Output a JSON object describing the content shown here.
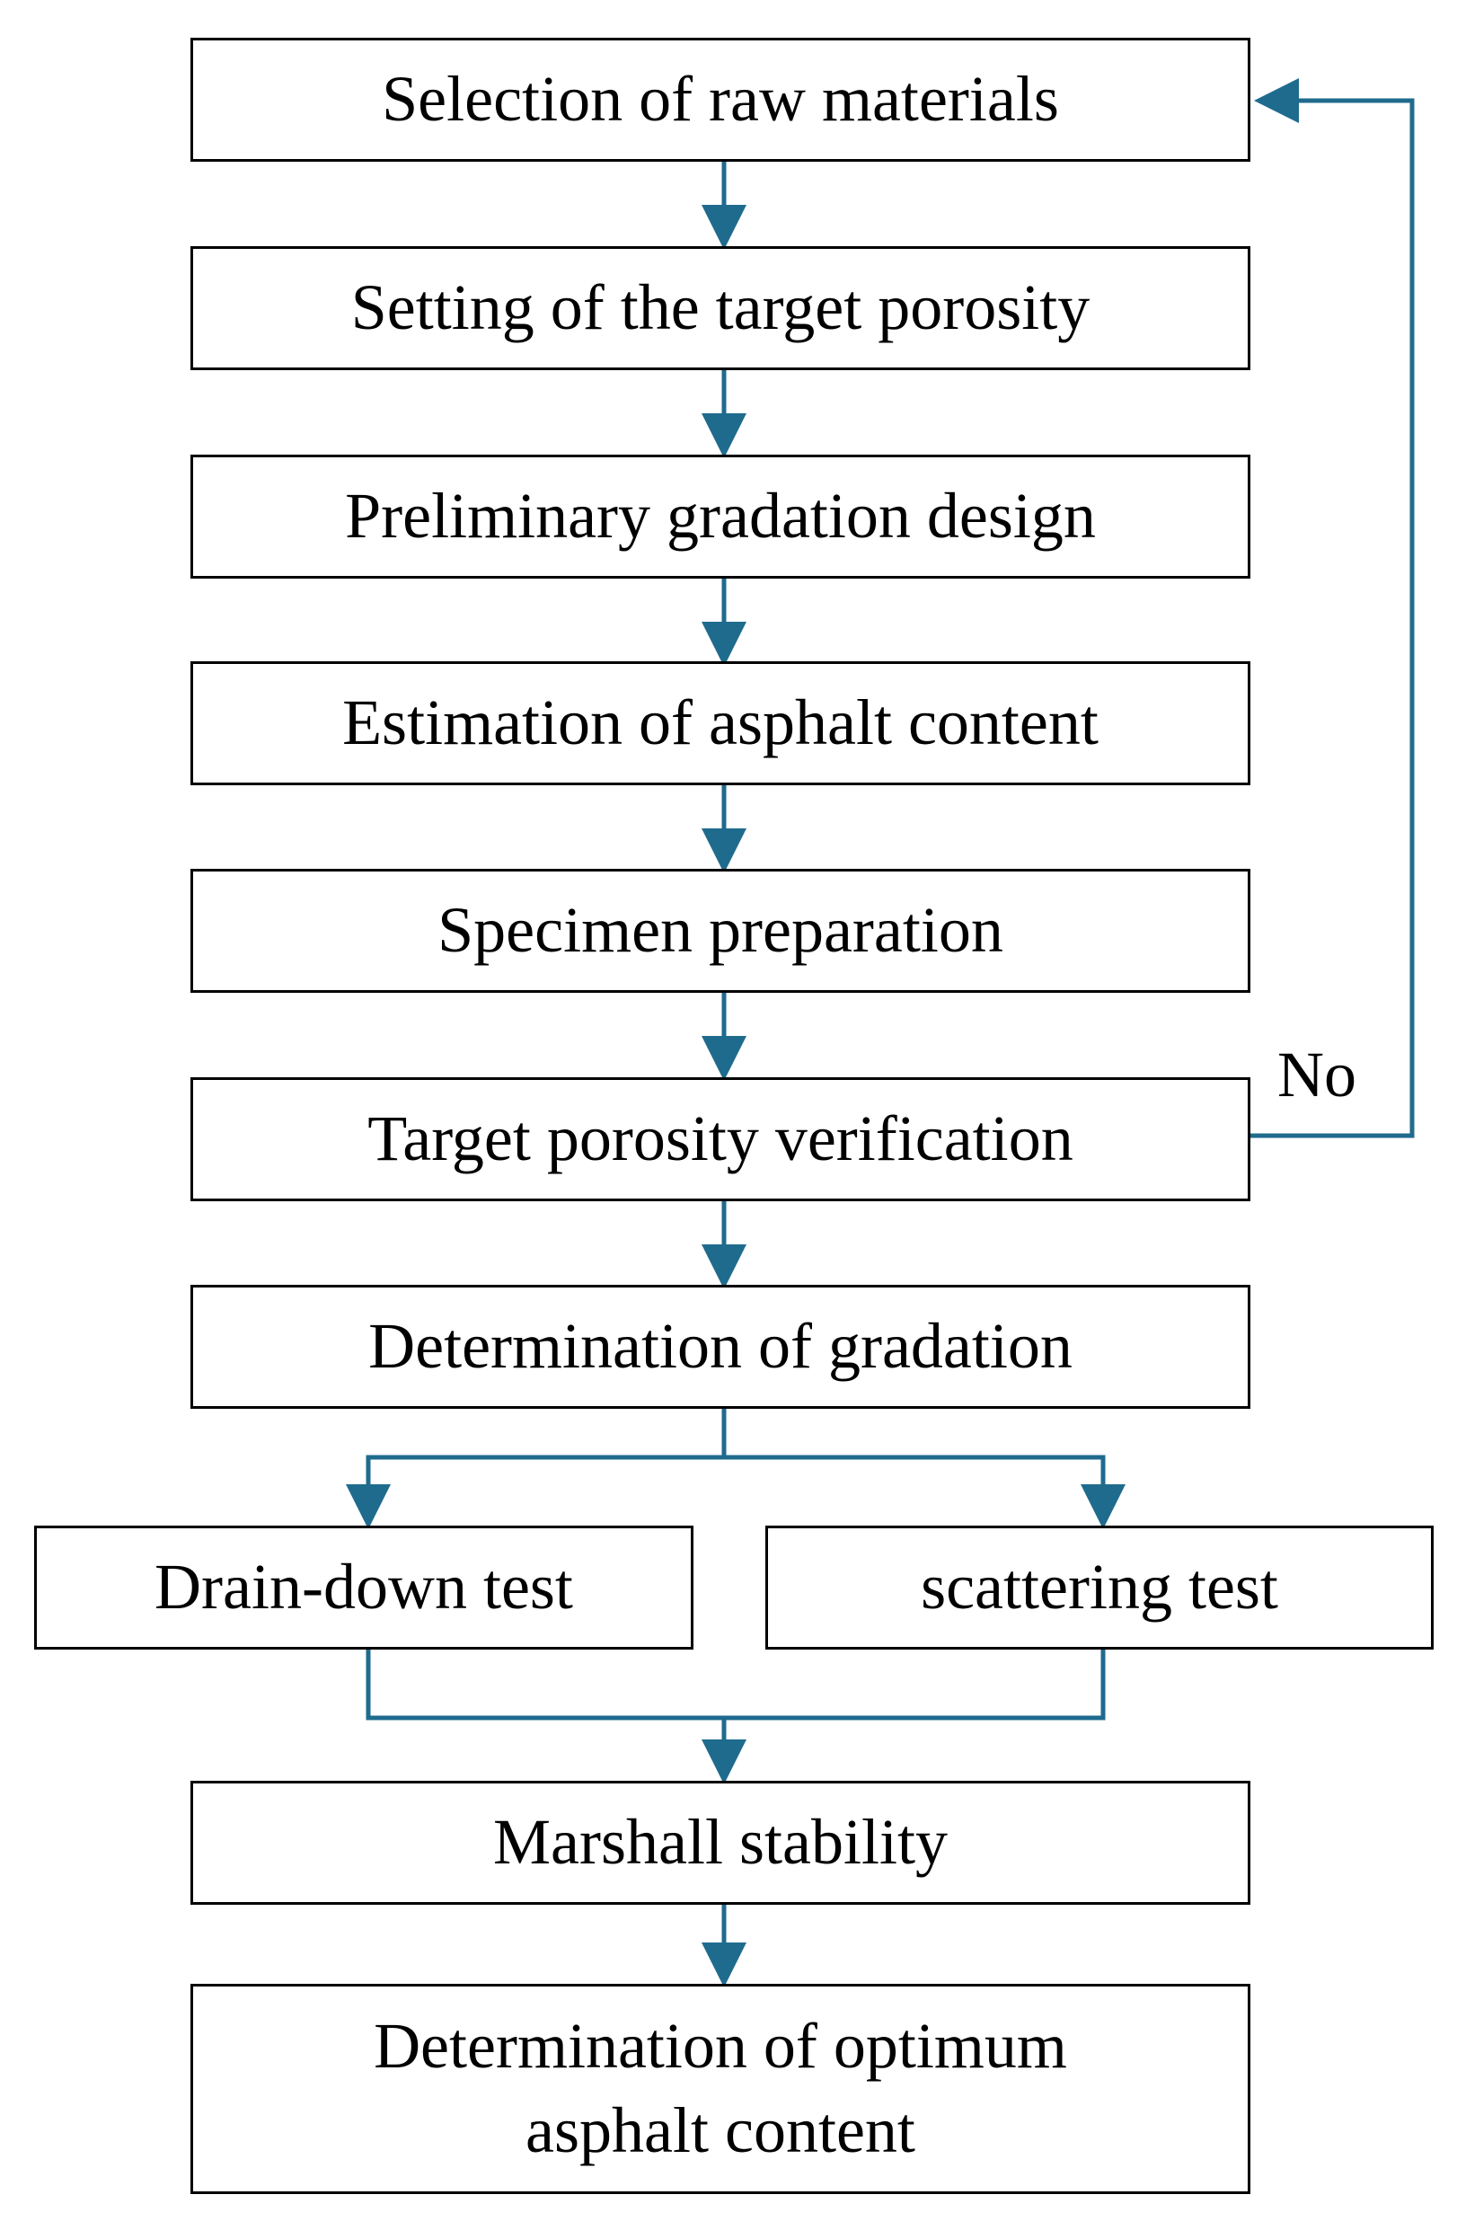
{
  "diagram": {
    "type": "flowchart",
    "line_color": "#1f6b8e",
    "box_border_color": "#000000",
    "steps": [
      {
        "id": "selection",
        "label": "Selection  of raw materials"
      },
      {
        "id": "target-porosity",
        "label": "Setting  of the  target  porosity"
      },
      {
        "id": "preliminary-gradation",
        "label": "Preliminary  gradation  design"
      },
      {
        "id": "asphalt-estimation",
        "label": "Estimation  of asphalt  content"
      },
      {
        "id": "specimen-preparation",
        "label": "Specimen  preparation"
      },
      {
        "id": "porosity-verification",
        "label": "Target porosity  verification"
      },
      {
        "id": "gradation-determination",
        "label": "Determination  of gradation"
      },
      {
        "id": "drain-down-test",
        "label": "Drain-down  test"
      },
      {
        "id": "scattering-test",
        "label": "scattering  test"
      },
      {
        "id": "marshall-stability",
        "label": "Marshall  stability"
      },
      {
        "id": "optimum-asphalt",
        "label": "Determination  of optimum\nasphalt content"
      }
    ],
    "feedback_label": "No"
  }
}
